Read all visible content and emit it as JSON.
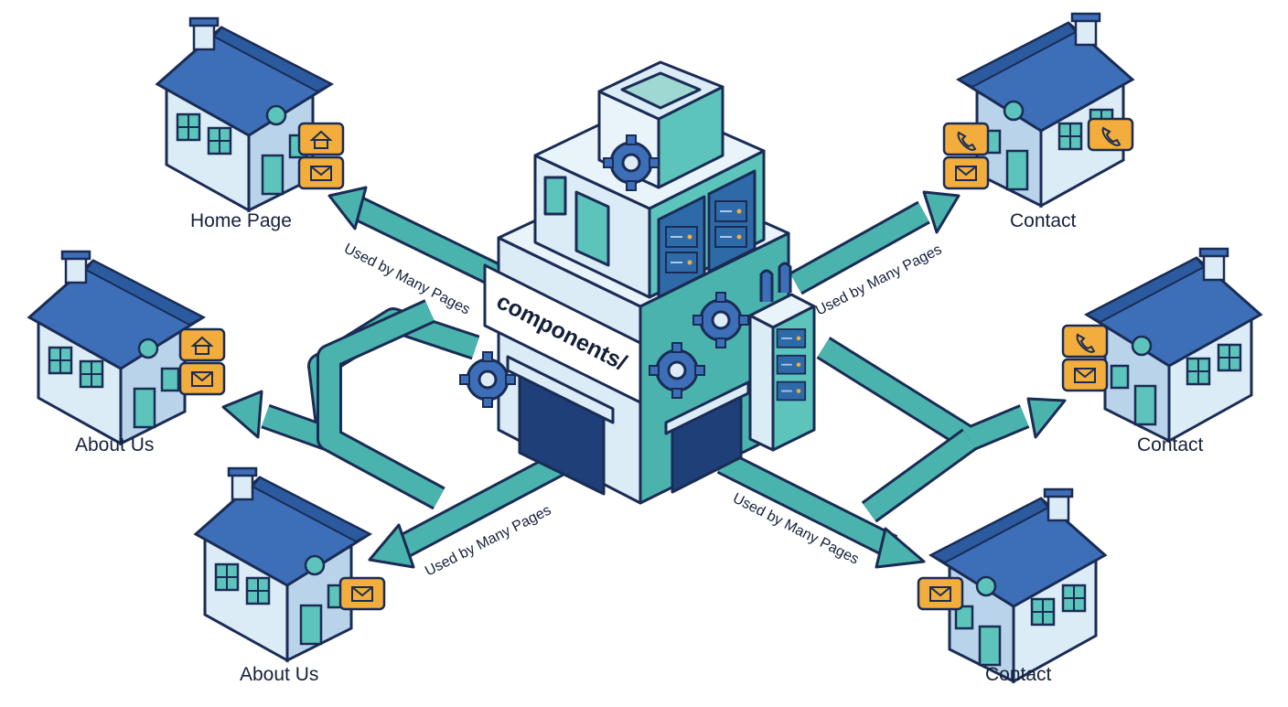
{
  "hub": {
    "label": "components/"
  },
  "edge_label": "Used by Many Pages",
  "pages": [
    {
      "label": "Home Page",
      "badges": [
        "home-icon",
        "mail-icon"
      ]
    },
    {
      "label": "About Us",
      "badges": [
        "home-icon",
        "mail-icon"
      ]
    },
    {
      "label": "About Us",
      "badges": [
        "mail-icon"
      ]
    },
    {
      "label": "Contact",
      "badges": [
        "phone-icon",
        "mail-icon"
      ]
    },
    {
      "label": "Contact",
      "badges": [
        "phone-icon",
        "mail-icon"
      ]
    },
    {
      "label": "Contact",
      "badges": [
        "mail-icon"
      ]
    }
  ],
  "colors": {
    "roof": "#3d6fb8",
    "wall": "#dcecf6",
    "outline": "#1a2c55",
    "arrow": "#4bb3ad",
    "badge": "#f2ad3c",
    "teal": "#5cc4bb",
    "server": "#2f6aa8"
  }
}
